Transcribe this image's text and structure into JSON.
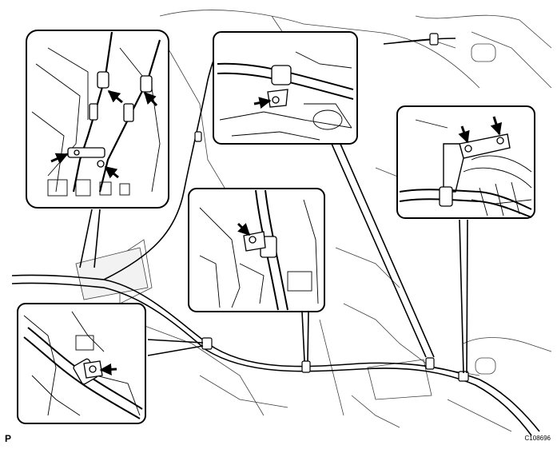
{
  "figure": {
    "corner_label": "P",
    "illustration_code": "C108696"
  },
  "callouts": [
    {
      "id": "parking-brake-lever-cables",
      "arrows": 4
    },
    {
      "id": "clamp-bolt-upper-center",
      "arrows": 1
    },
    {
      "id": "bracket-bolts-right",
      "arrows": 2
    },
    {
      "id": "clamp-bolt-center",
      "arrows": 1
    },
    {
      "id": "clamp-bolt-lower-left",
      "arrows": 1
    }
  ],
  "colors": {
    "line": "#000000",
    "paper": "#ffffff",
    "shade": "#d9d9d9"
  }
}
